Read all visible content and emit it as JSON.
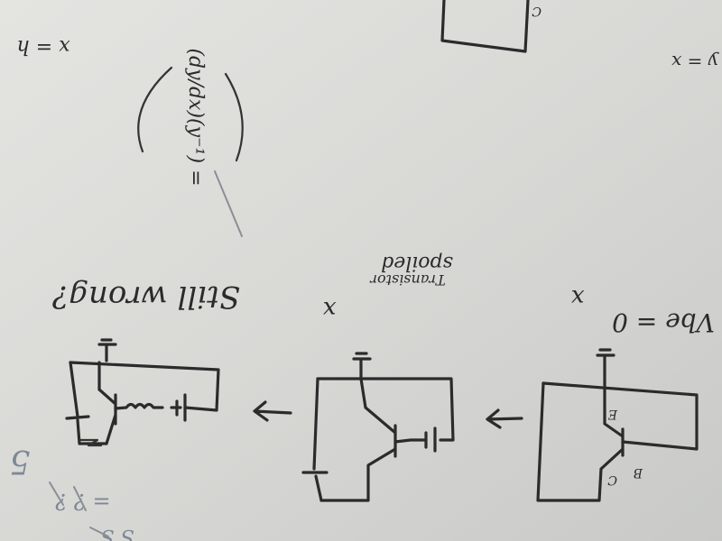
{
  "notes": {
    "top_left": "x = h",
    "top_right": "y = x",
    "derivative": "(dy/dx)(y⁻¹) =",
    "label_b": "B",
    "label_c": "C",
    "label_e": "E",
    "vbe_zero": "Vbe = 0",
    "cross_1": "x",
    "cross_2": "x",
    "transistor_spoiled_line1": "Transistor",
    "transistor_spoiled_line2": "spoiled",
    "still_wrong": "Still wrong?",
    "margin_note_1": "5",
    "margin_note_2": "= ? ?",
    "margin_note_3": "S S"
  },
  "colors": {
    "paper": "#d9d9d6",
    "ink": "#2b2b2b",
    "pencil": "#7d8896"
  }
}
